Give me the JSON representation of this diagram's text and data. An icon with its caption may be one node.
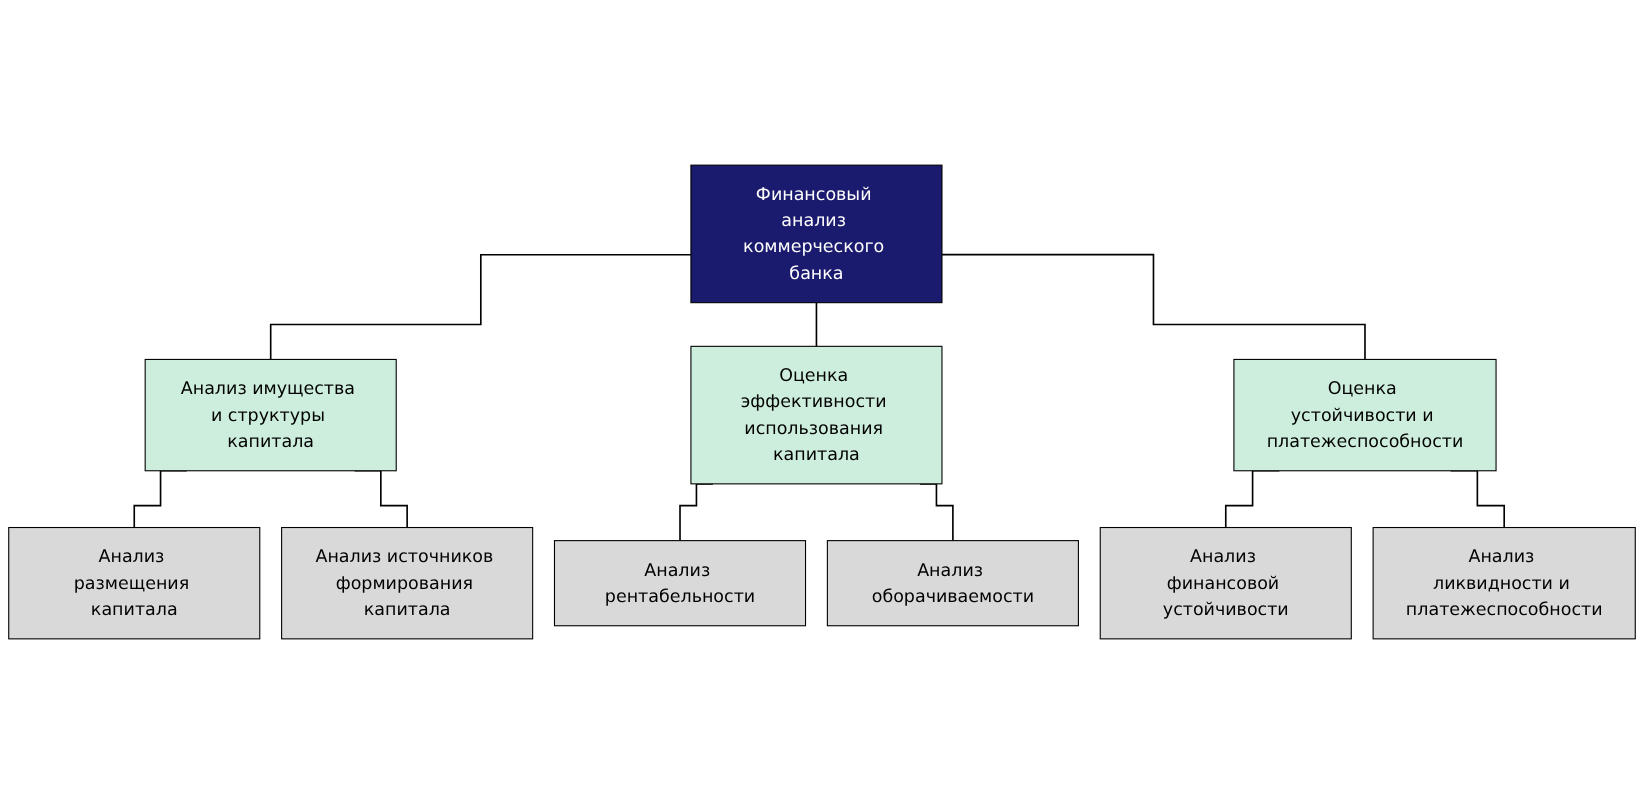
{
  "diagram": {
    "nodes": [
      {
        "text": [
          "Финансовый анализ коммерческого банка"
        ]
      },
      {
        "text": [
          "Анализ имущества и структуры капитала"
        ]
      },
      {
        "text": [
          "Оценка эффективности использования капитала"
        ]
      },
      {
        "text": [
          "Оценка устойчивости и платежеспособности"
        ]
      },
      {
        "text": [
          "Анализ размещения капитала"
        ]
      },
      {
        "text": [
          "Анализ источников формирования капитала"
        ]
      },
      {
        "text": [
          "Анализ рентабельности"
        ]
      },
      {
        "text": [
          "Анализ оборачиваемости"
        ]
      },
      {
        "text": [
          "Анализ финансовой устойчивости"
        ]
      },
      {
        "text": [
          "Анализ ликвидности и платежеспособности"
        ]
      }
    ],
    "edges": [
      {
        "from": 0,
        "to": 1,
        "arrow": "none"
      },
      {
        "from": 0,
        "to": 2,
        "arrow": "none"
      },
      {
        "from": 0,
        "to": 3,
        "arrow": "none"
      },
      {
        "from": 1,
        "to": 4,
        "arrow": "none"
      },
      {
        "from": 1,
        "to": 5,
        "arrow": "none"
      },
      {
        "from": 2,
        "to": 6,
        "arrow": "none"
      },
      {
        "from": 2,
        "to": 7,
        "arrow": "none"
      },
      {
        "from": 3,
        "to": 8,
        "arrow": "none"
      },
      {
        "from": 3,
        "to": 9,
        "arrow": "none"
      }
    ]
  }
}
